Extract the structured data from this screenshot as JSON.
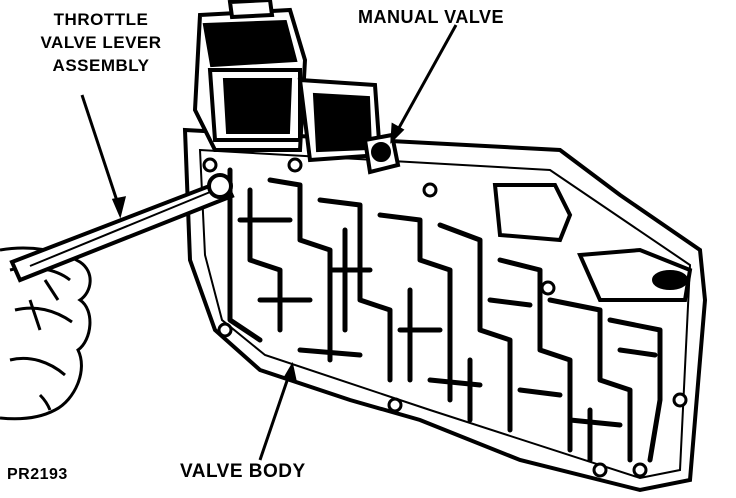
{
  "labels": {
    "throttle_line1": "THROTTLE",
    "throttle_line2": "VALVE LEVER",
    "throttle_line3": "ASSEMBLY",
    "manual_valve": "MANUAL VALVE",
    "valve_body": "VALVE BODY",
    "figure_id": "PR2193"
  },
  "colors": {
    "ink": "#000000",
    "paper": "#ffffff"
  }
}
